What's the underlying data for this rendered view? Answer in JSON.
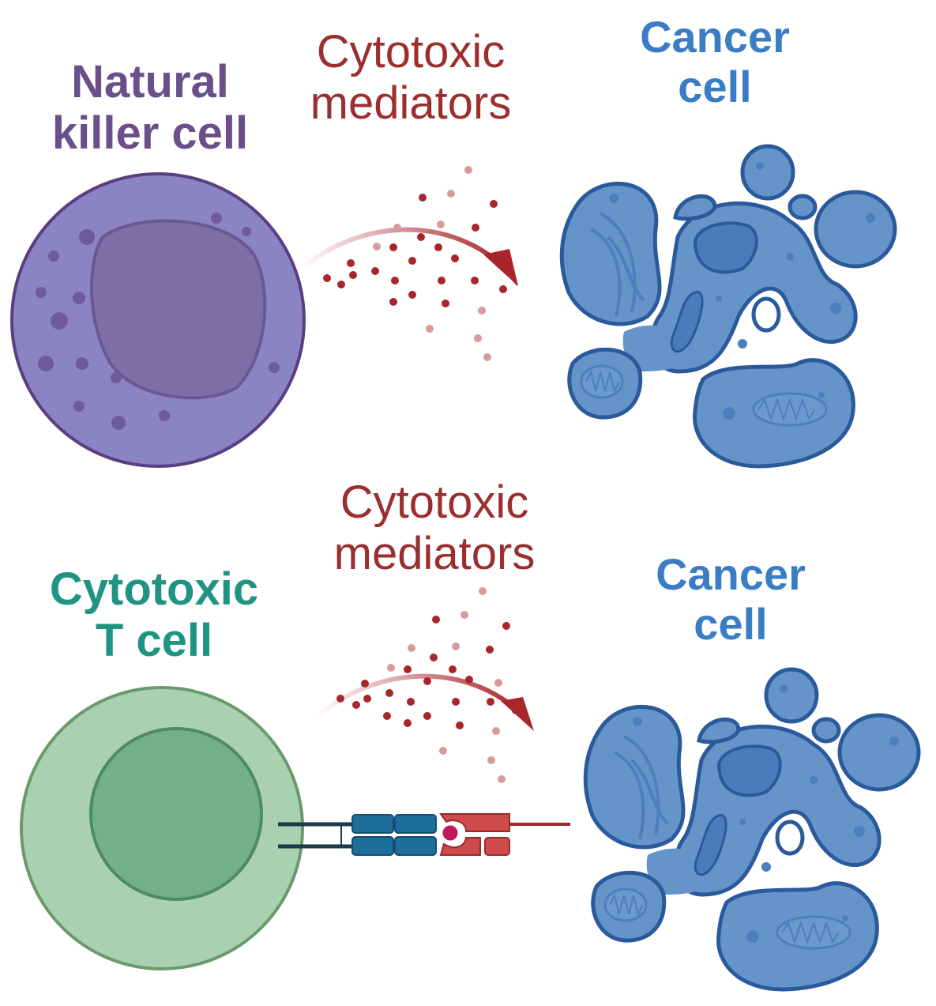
{
  "labels": {
    "nk_line1": "Natural",
    "nk_line2": "killer cell",
    "mediators_top_line1": "Cytotoxic",
    "mediators_top_line2": "mediators",
    "cancer_top_line1": "Cancer",
    "cancer_top_line2": "cell",
    "mediators_bottom_line1": "Cytotoxic",
    "mediators_bottom_line2": "mediators",
    "tcell_line1": "Cytotoxic",
    "tcell_line2": "T cell",
    "cancer_bottom_line1": "Cancer",
    "cancer_bottom_line2": "cell"
  },
  "colors": {
    "nk_text": "#6a4f8a",
    "mediator_text": "#9b2e2e",
    "cancer_text": "#3a7dc4",
    "tcell_text": "#1f9483",
    "nk_cell_fill": "#8a84c4",
    "tcell_fill": "#a9d1b1",
    "cancer_fill": "#6494c8",
    "mediator_dot": "#a8262b",
    "receptor_blue": "#1e6e9b",
    "antigen_red": "#cf4a4b"
  }
}
